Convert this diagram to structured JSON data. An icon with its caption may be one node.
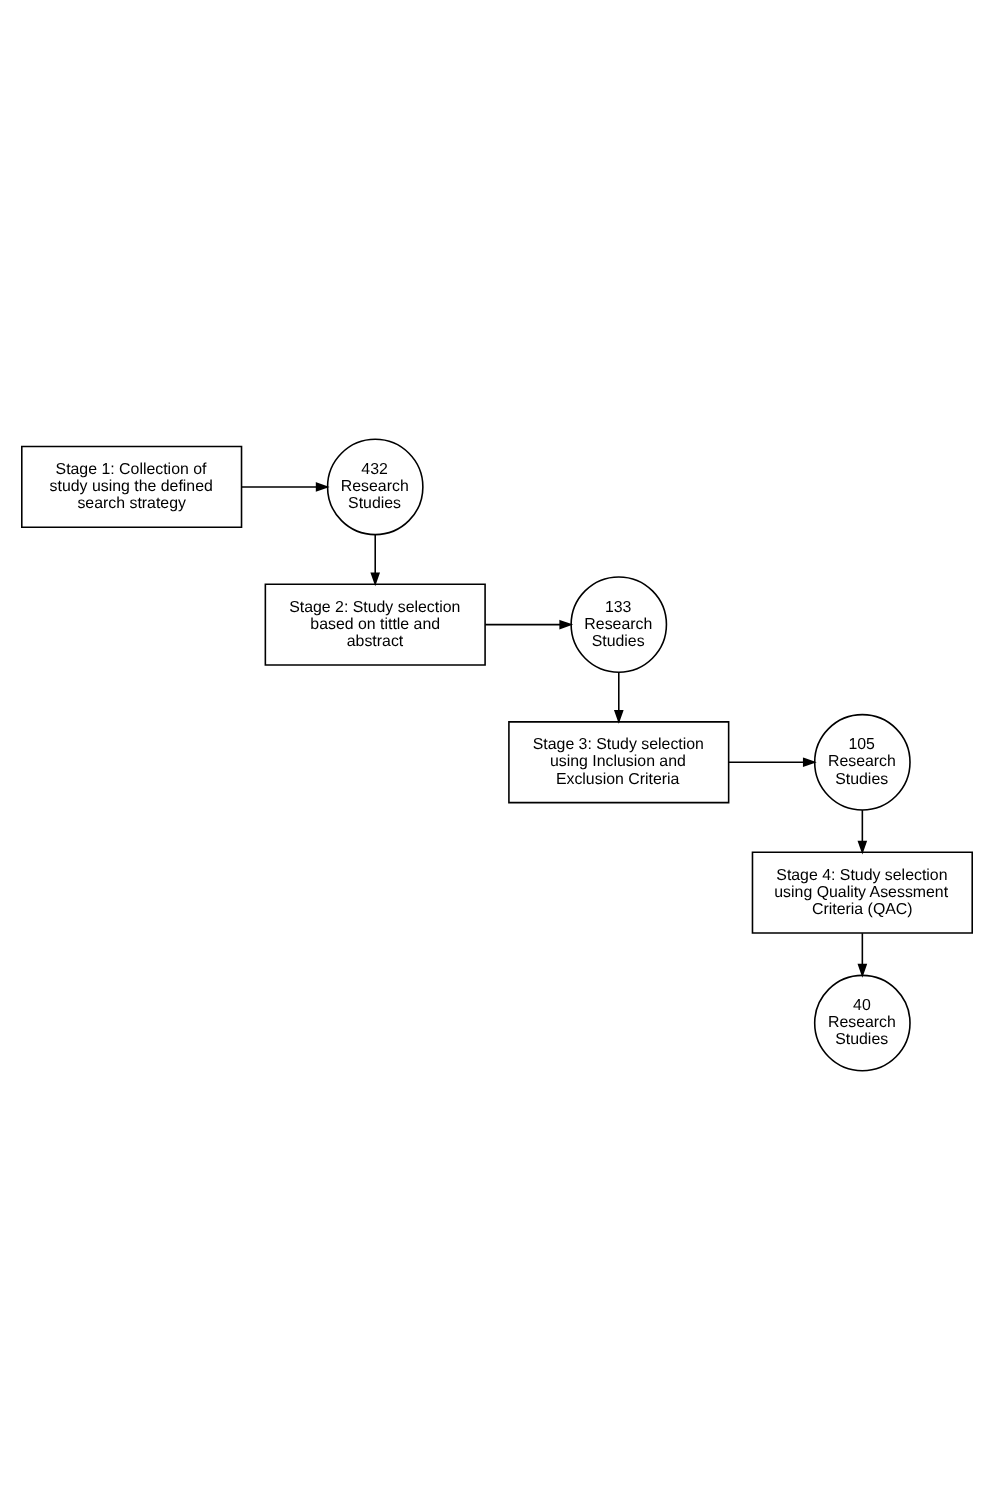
{
  "diagram": {
    "nodes": [
      {
        "text": [
          "Stage 1: Collection of study using the defined search strategy"
        ]
      },
      {
        "text": [
          "432 Research Studies"
        ]
      },
      {
        "text": [
          "Stage 2: Study selection based on tittle and abstract"
        ]
      },
      {
        "text": [
          "133 Research Studies"
        ]
      },
      {
        "text": [
          "Stage 3: Study selection using Inclusion and Exclusion Criteria"
        ]
      },
      {
        "text": [
          "105 Research Studies"
        ]
      },
      {
        "text": [
          "Stage 4: Study selection using Quality Asessment Criteria (QAC)"
        ]
      },
      {
        "text": [
          "40 Research Studies"
        ]
      }
    ],
    "edges": [
      {
        "from": 0,
        "to": 1,
        "arrow": "to"
      },
      {
        "from": 1,
        "to": 2,
        "arrow": "to"
      },
      {
        "from": 2,
        "to": 3,
        "arrow": "to"
      },
      {
        "from": 3,
        "to": 4,
        "arrow": "to"
      },
      {
        "from": 4,
        "to": 5,
        "arrow": "to"
      },
      {
        "from": 5,
        "to": 6,
        "arrow": "to"
      },
      {
        "from": 6,
        "to": 7,
        "arrow": "to"
      }
    ]
  }
}
